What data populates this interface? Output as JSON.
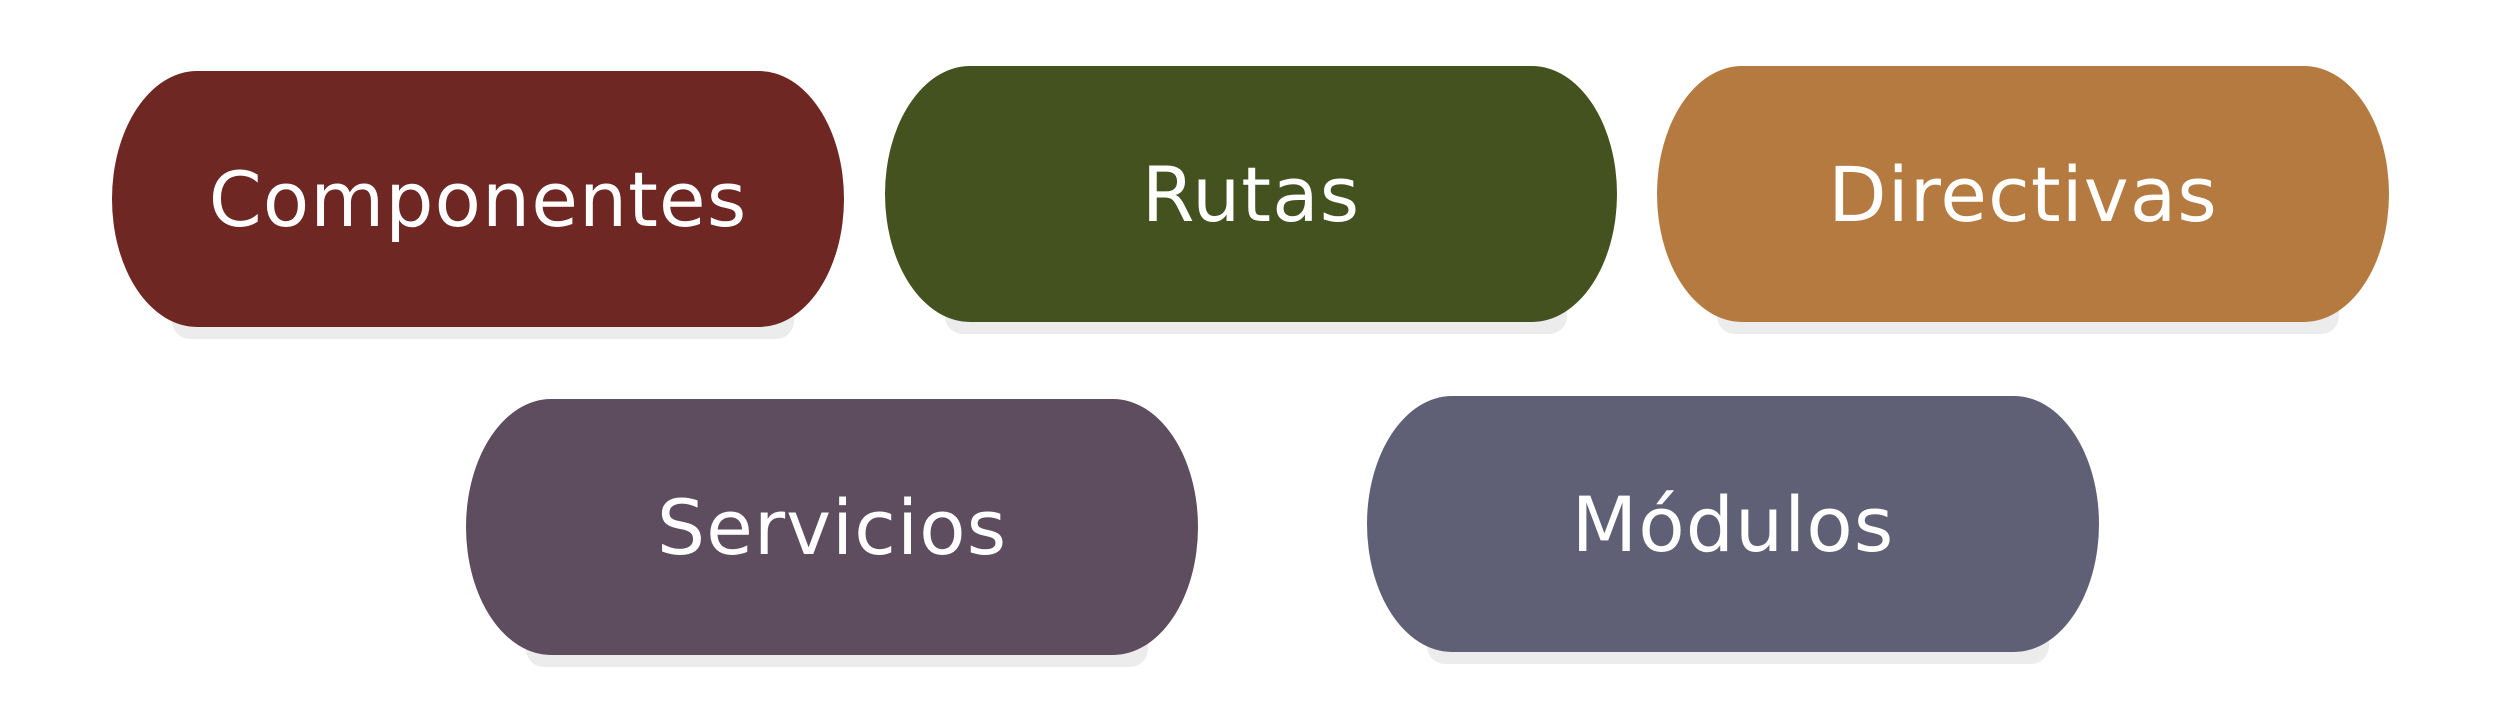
{
  "nodes": [
    {
      "id": "componentes",
      "label": "Componentes",
      "color": "#6e2722"
    },
    {
      "id": "rutas",
      "label": "Rutas",
      "color": "#43521f"
    },
    {
      "id": "directivas",
      "label": "Directivas",
      "color": "#b57a40"
    },
    {
      "id": "servicios",
      "label": "Servicios",
      "color": "#5e4c5f"
    },
    {
      "id": "modulos",
      "label": "Módulos",
      "color": "#5f6076"
    }
  ]
}
